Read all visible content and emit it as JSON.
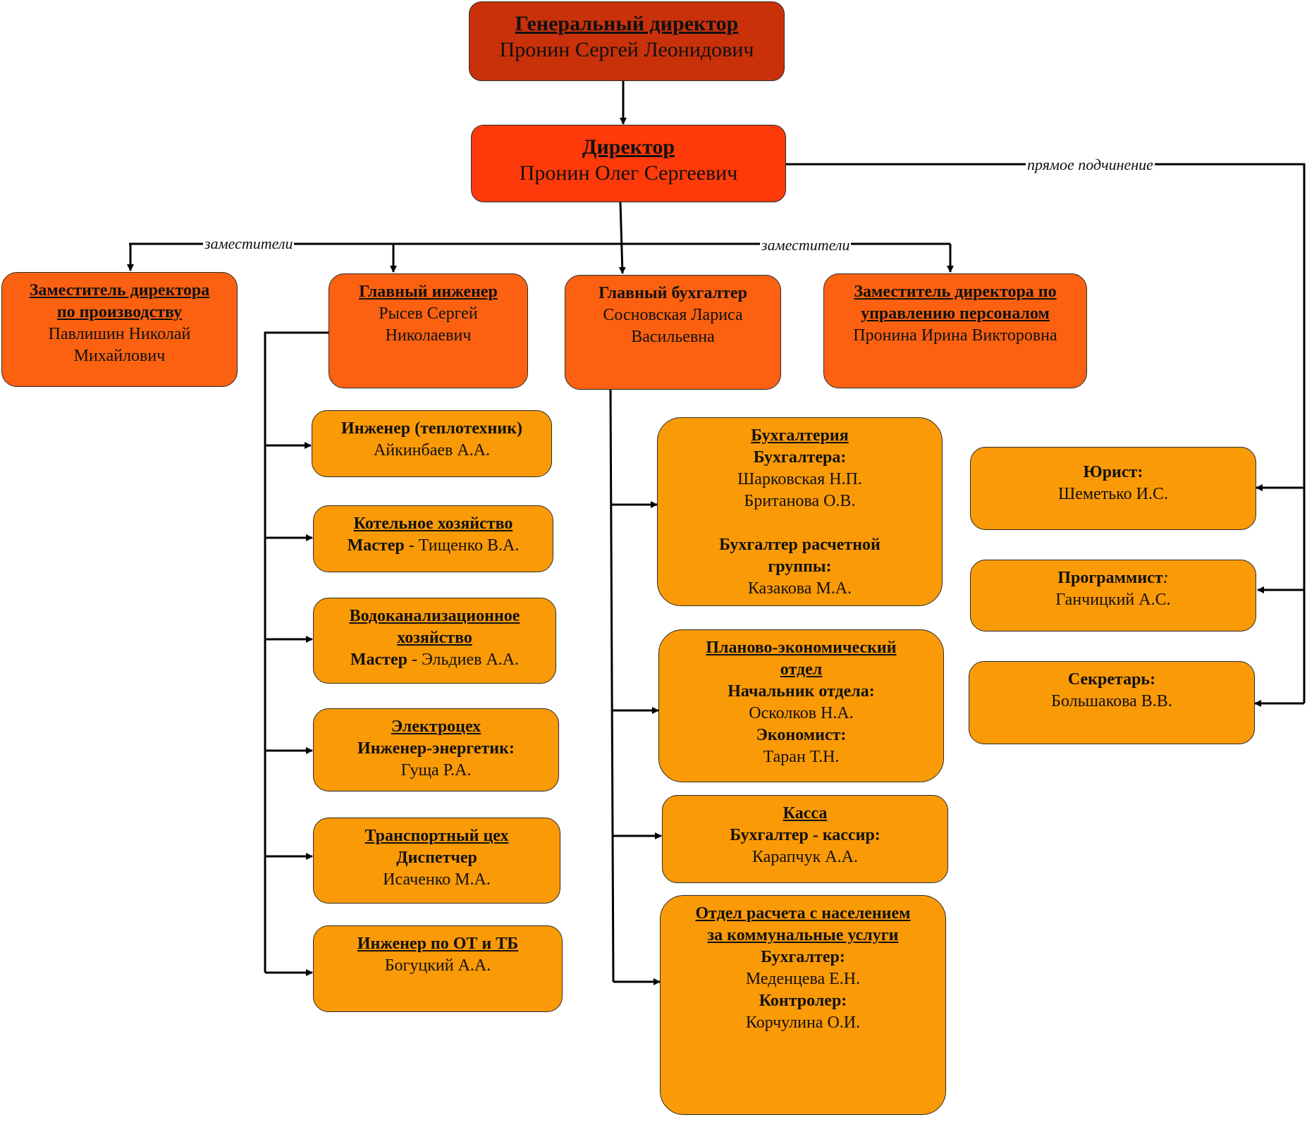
{
  "general_director": {
    "title": "Генеральный директор",
    "name": "Пронин Сергей Леонидович"
  },
  "director": {
    "title": "Директор",
    "name": "Пронин Олег Сергеевич"
  },
  "labels": {
    "deputies_left": "заместители",
    "deputies_right": "заместители",
    "direct_subordination": "прямое подчинение"
  },
  "deputy_production": {
    "title_1": "Заместитель директора",
    "title_2": "по производству",
    "name_1": "Павлишин Николай",
    "name_2": "Михайлович"
  },
  "chief_engineer": {
    "title": "Главный инженер",
    "name_1": "Рысев Сергей",
    "name_2": "Николаевич"
  },
  "chief_accountant": {
    "title": "Главный бухгалтер",
    "name_1": "Сосновская Лариса",
    "name_2": "Васильевна"
  },
  "deputy_hr": {
    "title_1": "Заместитель директора по",
    "title_2": "управлению персоналом",
    "name": "Пронина Ирина Викторовна"
  },
  "engineer_heat": {
    "role": "Инженер (теплотехник)",
    "name": "Айкинбаев А.А."
  },
  "boiler": {
    "title": "Котельное хозяйство",
    "role": "Мастер",
    "name": " - Тищенко В.А."
  },
  "water": {
    "title_1": "Водоканализационное",
    "title_2": "хозяйство",
    "role": "Мастер",
    "name": " - Эльдиев А.А."
  },
  "electro": {
    "title": "Электроцех",
    "role": "Инженер-энергетик:",
    "name": "Гуща Р.А."
  },
  "transport": {
    "title": "Транспортный цех",
    "role": "Диспетчер",
    "name": "Исаченко М.А."
  },
  "safety": {
    "title": "Инженер по ОТ и ТБ",
    "name": "Богуцкий А.А."
  },
  "accounting": {
    "title": "Бухгалтерия",
    "role_1": "Бухгалтера:",
    "name_1": "Шарковская Н.П.",
    "name_2": "Британова О.В.",
    "role_2a": "Бухгалтер расчетной",
    "role_2b": "группы:",
    "name_3": "Казакова М.А."
  },
  "planning": {
    "title_1": "Планово-экономический",
    "title_2": "отдел",
    "role_1": "Начальник отдела:",
    "name_1": "Осколков Н.А.",
    "role_2": "Экономист:",
    "name_2": "Таран Т.Н."
  },
  "cash": {
    "title": "Касса",
    "role": "Бухгалтер - кассир:",
    "name": "Карапчук А.А."
  },
  "population": {
    "title_1": "Отдел расчета с населением",
    "title_2": "за коммунальные услуги",
    "role_1": "Бухгалтер:",
    "name_1": "Меденцева Е.Н.",
    "role_2": "Контролер:",
    "name_2": "Корчулина О.И."
  },
  "lawyer": {
    "role": "Юрист:",
    "name": "Шеметько И.С."
  },
  "programmer": {
    "role": "Программист",
    "colon": ":",
    "name": "Ганчицкий А.С."
  },
  "secretary": {
    "role": "Секретарь:",
    "name": "Большакова В.В."
  },
  "colors": {
    "general_director": "#c9310a",
    "director": "#ff3a0a",
    "level2": "#fb6110",
    "level3": "#fb9a07"
  }
}
